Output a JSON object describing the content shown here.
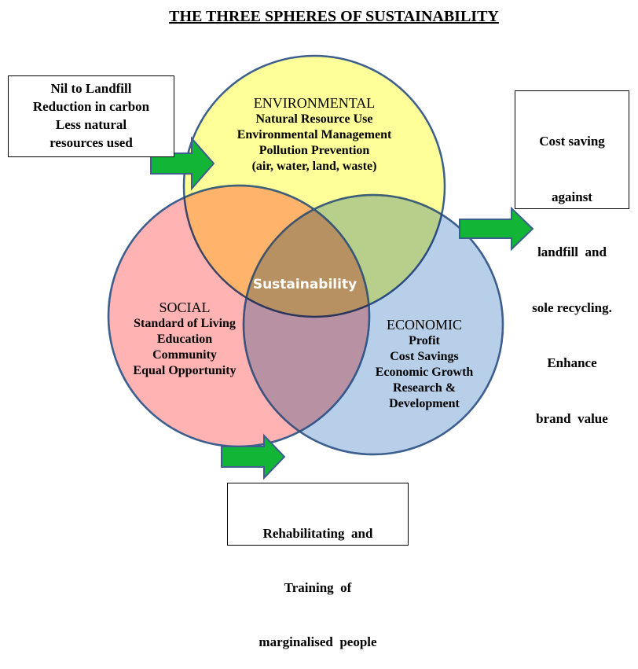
{
  "title": "THE THREE SPHERES OF SUSTAINABILITY",
  "center_label": "Sustainability",
  "environmental": {
    "heading": "ENVIRONMENTAL",
    "items": [
      "Natural Resource Use",
      "Environmental Management",
      "Pollution Prevention",
      "(air, water, land, waste)"
    ]
  },
  "social": {
    "heading": "SOCIAL",
    "items": [
      "Standard of Living",
      "Education",
      "Community",
      "Equal Opportunity"
    ]
  },
  "economic": {
    "heading": "ECONOMIC",
    "items": [
      "Profit",
      "Cost Savings",
      "Economic Growth",
      "Research &",
      "Development"
    ]
  },
  "boxes": {
    "left": [
      "Nil to Landfill",
      "Reduction in carbon",
      "Less natural",
      "resources used"
    ],
    "right": [
      "Cost saving",
      "against",
      "landfill  and",
      "sole recycling.",
      "Enhance",
      "brand  value"
    ],
    "bottom": [
      "Rehabilitating  and",
      "Training  of",
      "marginalised  people"
    ]
  },
  "colors": {
    "environmental": "#ffff99",
    "social": "#ffb3b3",
    "economic": "#b8cfe9",
    "arrow": "#12b535",
    "outline": "#3d5f8f"
  }
}
